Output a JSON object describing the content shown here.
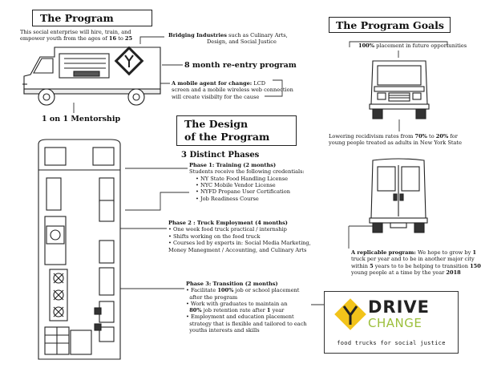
{
  "program": {
    "title": "The Program",
    "description_1": "This social enterprise will hire, train, and",
    "description_2_pre": "empower youth from the ages of ",
    "age_min": "16",
    "age_to": " to ",
    "age_max": "25"
  },
  "bridging": {
    "lead": "Bridging Industries",
    "rest_1": " such as Culinary Arts,",
    "rest_2": "Design, and Social Justice"
  },
  "reentry": {
    "label": "8 month re-entry program"
  },
  "mobile_agent": {
    "lead": "A mobile agent for change:",
    "rest_1": " LCD",
    "line_2": "screen and a mobile wireless web connection",
    "line_3": "will create visibilty for the cause"
  },
  "mentorship": {
    "label": "1 on 1 Mentorship"
  },
  "design": {
    "title_line1": "The Design",
    "title_line2": "of the Program"
  },
  "phases_heading": "3 Distinct Phases",
  "phase1": {
    "title": "Phase 1: Training (2 months)",
    "intro": "Students receive the following credentials:",
    "items": [
      "NY State Food Handling License",
      "NYC Mobile Vendor License",
      "NYFD Propane User Certification",
      "Job Readiness Course"
    ]
  },
  "phase2": {
    "title": "Phase 2 : Truck Employment (4 months)",
    "items": [
      "One week food truck practical / internship",
      "Shifts working on the food truck",
      "Courses led by experts in: Social Media Marketing,"
    ],
    "item3_cont": "Money Manegment / Accounting, and Culinary Arts"
  },
  "phase3": {
    "title": "Phase 3: Transition (2 months)",
    "b1_pre": "Facilitate ",
    "b1_bold": "100%",
    "b1_post": "  job or school placement",
    "b1_cont": "after the program",
    "b2": "Work with graduates to maintain an",
    "b2_bold": "80%",
    "b2_post": " job retention rate after ",
    "b2_bold2": "1",
    "b2_end": " year",
    "b3_1": "Employment and education placement",
    "b3_2": "strategy that is flexible and tailored to each",
    "b3_3": "youths interests and skills"
  },
  "goals": {
    "title": "The Program Goals",
    "placement_bold": "100%",
    "placement_rest": " placement in future opportunities",
    "recid_pre": "Lowering recidivism rates from ",
    "recid_from": "70%",
    "recid_mid": "  to ",
    "recid_to": "20%",
    "recid_post": "  for",
    "recid_line2": "young people treated as adults in New York State"
  },
  "replicable": {
    "lead": "A replicable program:",
    "l1_rest": " We hope to grow by ",
    "l1_bold": "1",
    "l2": "truck per year and to be in another major city",
    "l3_pre": "within ",
    "l3_bold": "5",
    "l3_mid": " years to to be helping to transition ",
    "l3_bold2": "150",
    "l4_pre": "young people at a time by the year ",
    "l4_bold": "2018"
  },
  "logo": {
    "word1": "DRIVE",
    "word2": "CHANGE",
    "tagline": "food trucks for social justice",
    "color_yellow": "#f2c31a",
    "color_green": "#9bbf3a",
    "color_dark": "#222222"
  },
  "icons": [
    "truck-side-icon",
    "truck-front-icon",
    "truck-rear-icon",
    "truck-floorplan-icon",
    "y-road-sign-icon"
  ]
}
